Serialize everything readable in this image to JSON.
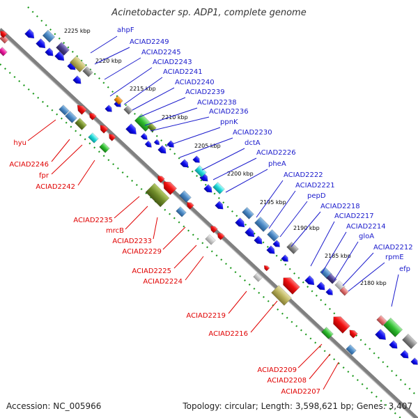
{
  "map": {
    "title": "Acinetobacter sp. ADP1, complete genome",
    "accession": "Accession: NC_005966",
    "summary": "Topology: circular; Length: 3,598,621 bp; Genes: 3,407"
  },
  "scale_labels": [
    "2225 kbp",
    "2220 kbp",
    "2215 kbp",
    "2210 kbp",
    "2205 kbp",
    "2200 kbp",
    "2195 kbp",
    "2190 kbp",
    "2185 kbp",
    "2180 kbp"
  ],
  "top_labels": [
    "ahpF",
    "ACIAD2249",
    "ACIAD2245",
    "ACIAD2243",
    "ACIAD2241",
    "ACIAD2240",
    "ACIAD2239",
    "ACIAD2238",
    "ACIAD2236",
    "ppnK",
    "ACIAD2230",
    "dctA",
    "ACIAD2226",
    "pheA",
    "ACIAD2222",
    "ACIAD2221",
    "pepD",
    "ACIAD2218",
    "ACIAD2217",
    "ACIAD2214",
    "gloA",
    "ACIAD2212",
    "rpmE",
    "efp"
  ],
  "bottom_labels": [
    "hyu",
    "ACIAD2246",
    "fpr",
    "ACIAD2242",
    "ACIAD2235",
    "mrcB",
    "ACIAD2233",
    "ACIAD2229",
    "ACIAD2225",
    "ACIAD2224",
    "ACIAD2219",
    "ACIAD2216",
    "ACIAD2209",
    "ACIAD2208",
    "ACIAD2207"
  ],
  "colors": {
    "forward_cds": "#0b0be6",
    "reverse_cds": "#ee0b0b",
    "top_label": "#1a1acc",
    "bottom_label": "#e00000",
    "gc_dots": "#1e9a1e",
    "backbone": "#808080",
    "cog_steel": "#4a88c4",
    "cog_olive": "#6f8b2a",
    "cog_cyan": "#1ed6d6",
    "cog_green": "#2ebd2e",
    "cog_khaki": "#b9b15a",
    "cog_grey": "#8a8a8a",
    "cog_lightgrey": "#c8c8c8",
    "cog_purple": "#4a3f8c",
    "cog_orange": "#f08a0a",
    "cog_pink": "#e07070",
    "cog_magenta": "#e8149a"
  }
}
